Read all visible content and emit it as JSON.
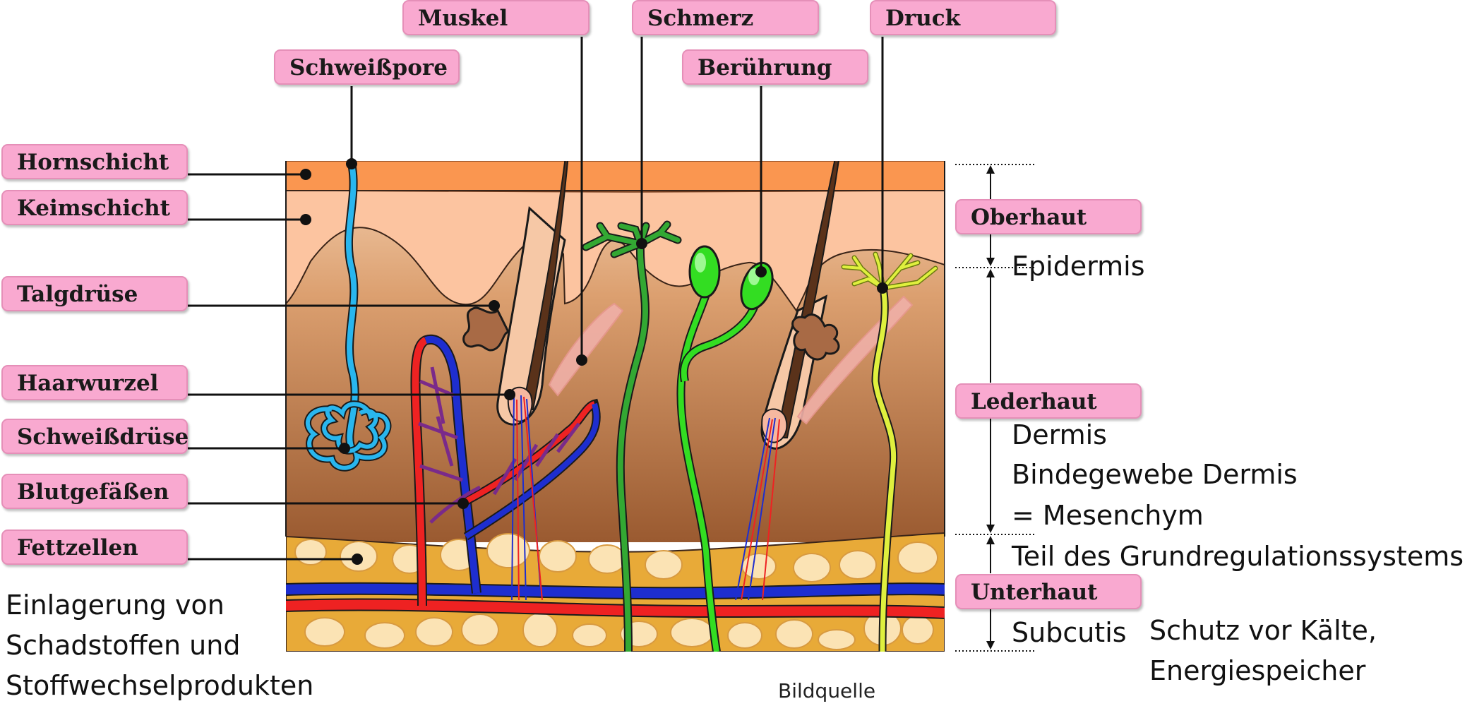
{
  "structure_labels": {
    "hornschicht": "Hornschicht",
    "keimschicht": "Keimschicht",
    "talgdruese": "Talgdrüse",
    "haarwurzel": "Haarwurzel",
    "schweissdruese": "Schweißdrüse",
    "blutgefaesse": "Blutgefäßen",
    "fettzellen": "Fettzellen",
    "schweisspore": "Schweißpore",
    "muskel": "Muskel",
    "schmerz": "Schmerz",
    "beruehrung": "Berührung",
    "druck": "Druck"
  },
  "layers": {
    "oberhaut": {
      "label": "Oberhaut",
      "note": "Epidermis"
    },
    "lederhaut": {
      "label": "Lederhaut",
      "notes": [
        "Dermis",
        "Bindegewebe Dermis",
        "= Mesenchym",
        "Teil des Grundregulationssystems"
      ]
    },
    "unterhaut": {
      "label": "Unterhaut",
      "note": "Subcutis",
      "function": [
        "Schutz vor Kälte,",
        "Energiespeicher"
      ]
    }
  },
  "annotation": [
    "Einlagerung von",
    "Schadstoffen und",
    "Stoffwechselprodukten"
  ],
  "source_link": "Bildquelle",
  "colors": {
    "label_fill": "#f9a9d0",
    "horn_layer": "#fa9650",
    "epidermis": "#fcc5a0",
    "dermis_top": "#e0a878",
    "dermis_bottom": "#985c32",
    "fat_layer": "#e8aa38",
    "fat_cell": "#fbe3b4",
    "vein": "#1e2ecf",
    "artery": "#ee2222",
    "sweat_gland": "#29b6ee",
    "hair": "#5a321a",
    "pain_nerve": "#33a833",
    "touch_nerve": "#33dd22",
    "pressure_nerve": "#dff03e"
  }
}
